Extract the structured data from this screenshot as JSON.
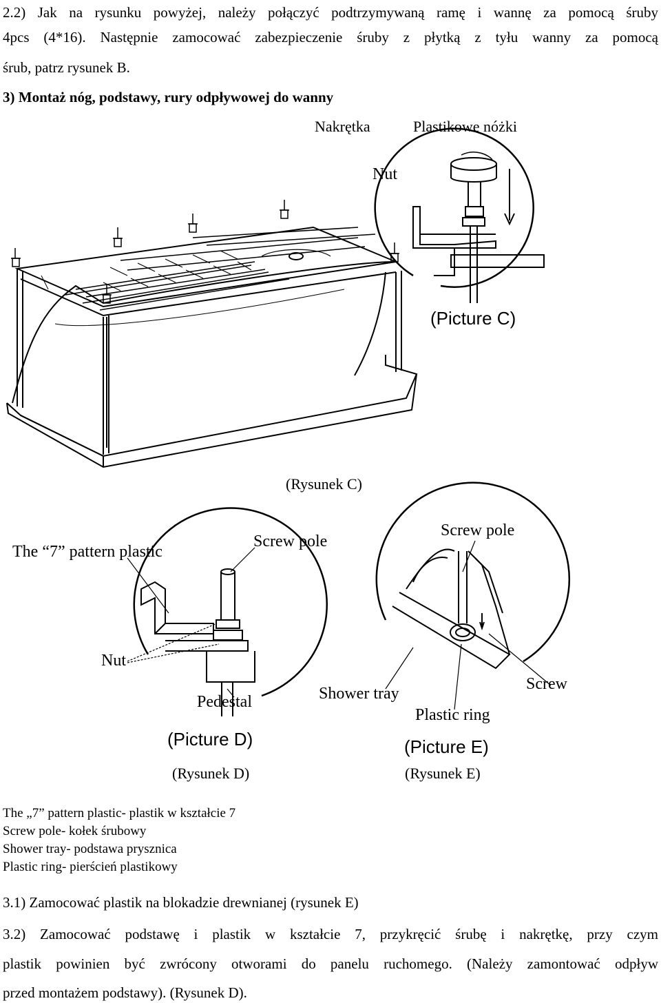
{
  "intro": {
    "line1": "2.2) Jak na rysunku powyżej, należy połączyć podtrzymywaną ramę i wannę za pomocą śruby",
    "line2": "4pcs (4*16). Następnie zamocować zabezpieczenie śruby z płytką z tyłu wanny za pomocą",
    "line3": "śrub, patrz rysunek B."
  },
  "section3_heading": "3) Montaż nóg, podstawy, rury odpływowej do wanny",
  "figure_c": {
    "label_nakretka": "Nakrętka",
    "label_plastikowe": "Plastikowe nóżki",
    "label_nut": "Nut",
    "picture_title": "(Picture C)",
    "caption": "(Rysunek C)"
  },
  "figure_d": {
    "label_7_pattern": "The “7” pattern plastic",
    "label_screw_pole": "Screw pole",
    "label_nut": "Nut",
    "label_pedestal": "Pedestal",
    "picture_title": "(Picture D)",
    "caption": "(Rysunek D)"
  },
  "figure_e": {
    "label_screw_pole": "Screw pole",
    "label_shower_tray": "Shower tray",
    "label_screw": "Screw",
    "label_plastic_ring": "Plastic ring",
    "picture_title": "(Picture E)",
    "caption": "(Rysunek E)"
  },
  "glossary": [
    "The „7” pattern plastic- plastik w kształcie 7",
    "Screw pole- kołek śrubowy",
    "Shower tray- podstawa prysznica",
    "Plastic ring- pierścień plastikowy"
  ],
  "step_3_1": "3.1) Zamocować plastik na blokadzie drewnianej (rysunek E)",
  "step_3_2": {
    "line1": "3.2) Zamocować podstawę i plastik w kształcie 7, przykręcić śrubę i nakrętkę, przy czym",
    "line2": "plastik powinien być zwrócony otworami do panelu ruchomego. (Należy zamontować odpływ",
    "line3": "przed montażem podstawy). (Rysunek D)."
  }
}
